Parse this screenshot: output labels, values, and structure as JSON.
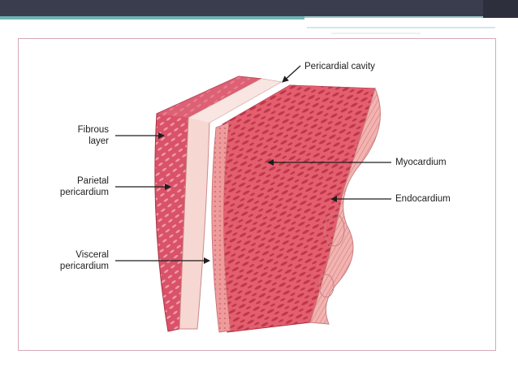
{
  "slide": {
    "accent_colors": {
      "top_bar": "#3a3d4d",
      "teal_stripe": "#6fb3b3",
      "frame_border": "#d6a8b8"
    }
  },
  "diagram": {
    "labels": {
      "pericardial_cavity": "Pericardial cavity",
      "fibrous_layer": [
        "Fibrous",
        "layer"
      ],
      "parietal_pericardium": [
        "Parietal",
        "pericardium"
      ],
      "visceral_pericardium": [
        "Visceral",
        "pericardium"
      ],
      "myocardium": "Myocardium",
      "endocardium": "Endocardium"
    },
    "colors": {
      "fibrous": "#d9526a",
      "parietal": "#f6d7d2",
      "visceral": "#ee9b9b",
      "myocardium": "#e35f6f",
      "myocardium_fiber": "#bf3648",
      "endocardium": "#f2b3b1"
    }
  }
}
